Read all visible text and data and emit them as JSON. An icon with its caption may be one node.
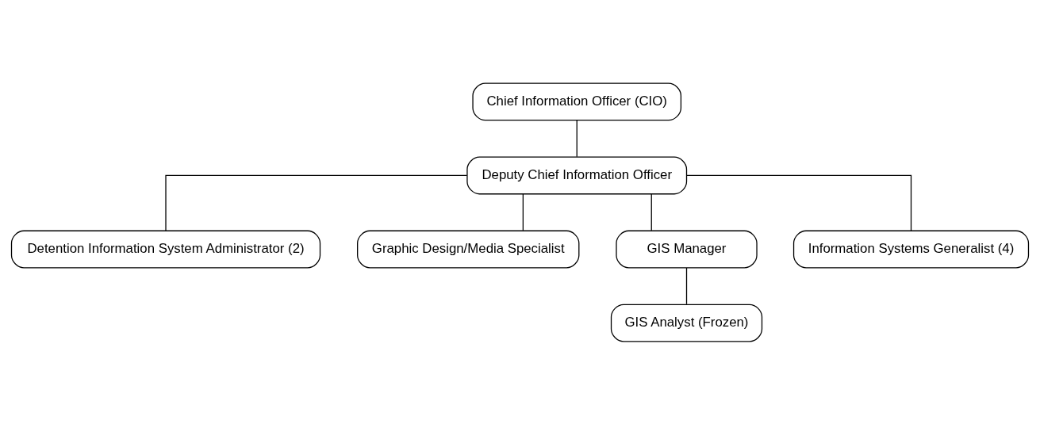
{
  "diagram": {
    "nodes": [
      {
        "text": [
          "Chief Information Officer (CIO)"
        ]
      },
      {
        "text": [
          "Deputy Chief Information Officer"
        ]
      },
      {
        "text": [
          "Detention Information System Administrator (2)"
        ]
      },
      {
        "text": [
          "Graphic Design/Media Specialist"
        ]
      },
      {
        "text": [
          "GIS Manager"
        ]
      },
      {
        "text": [
          "GIS Analyst (Frozen)"
        ]
      },
      {
        "text": [
          "Information Systems Generalist (4)"
        ]
      }
    ],
    "edges": [
      {
        "from": 0,
        "to": 1,
        "arrow": "none"
      },
      {
        "from": 1,
        "to": 2,
        "arrow": "none"
      },
      {
        "from": 1,
        "to": 3,
        "arrow": "none"
      },
      {
        "from": 1,
        "to": 4,
        "arrow": "none"
      },
      {
        "from": 1,
        "to": 6,
        "arrow": "none"
      },
      {
        "from": 4,
        "to": 5,
        "arrow": "none"
      }
    ]
  }
}
